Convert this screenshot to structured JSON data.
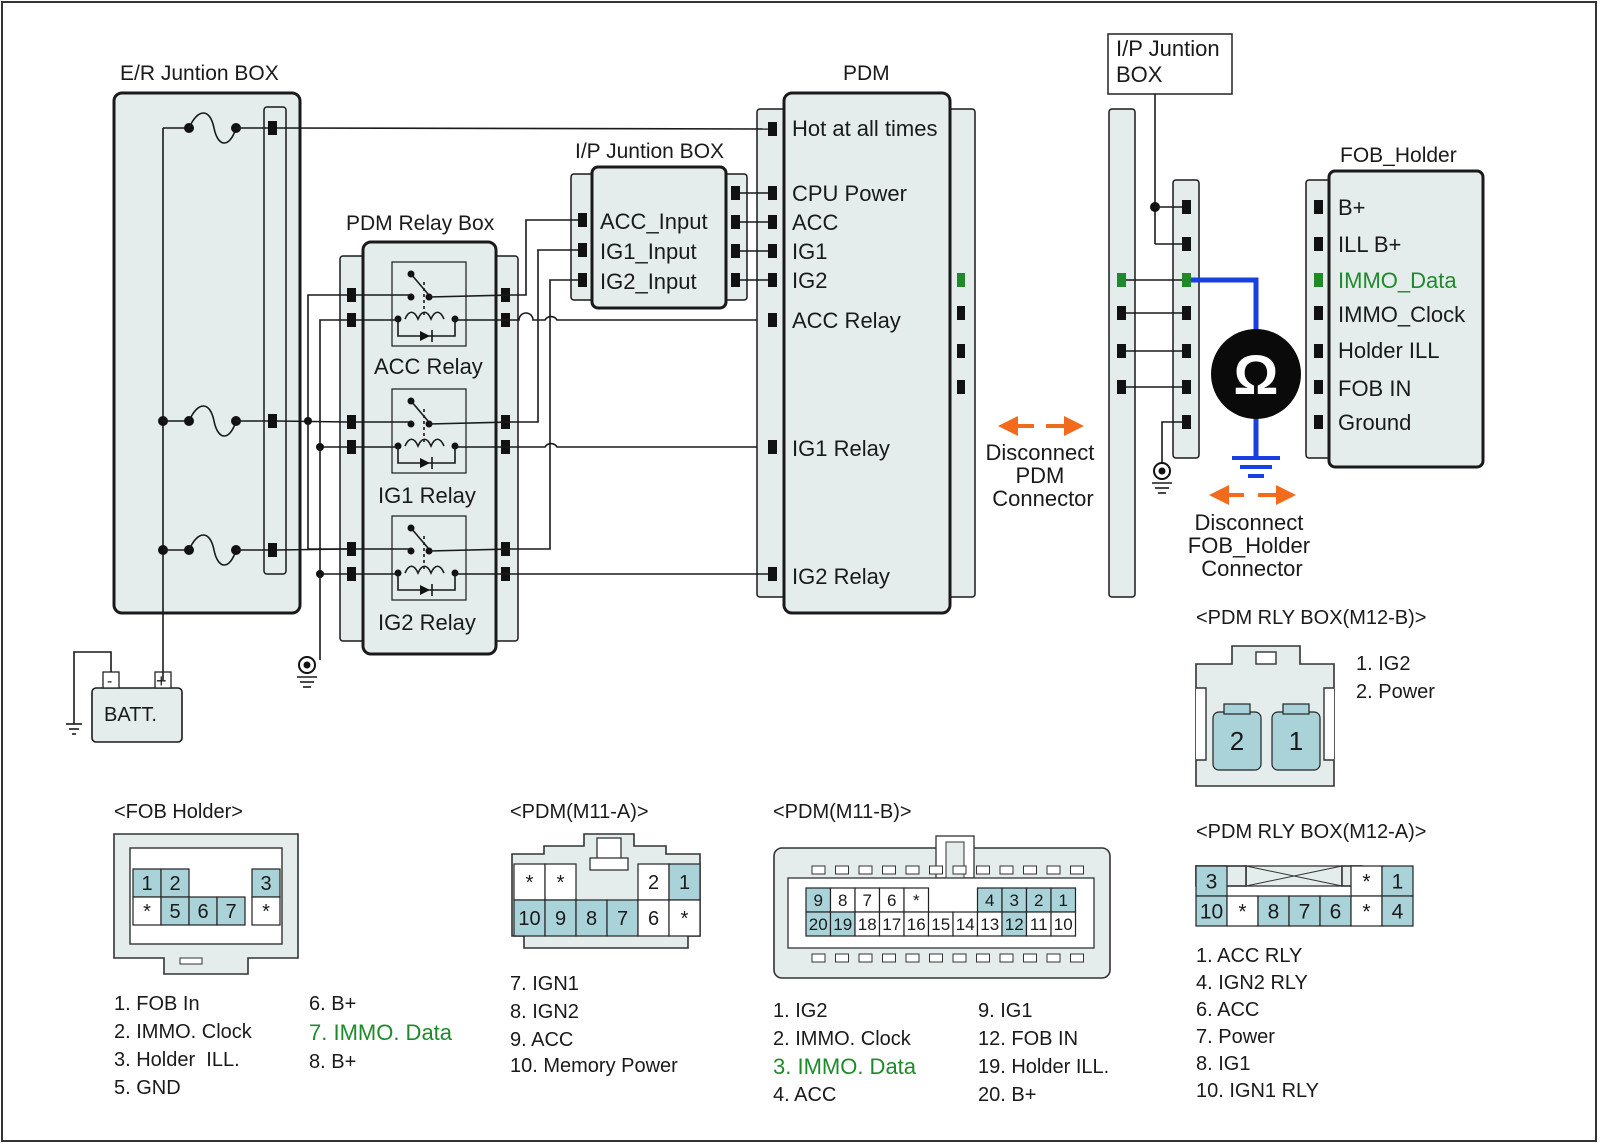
{
  "blocks": {
    "er_box_title": "E/R Juntion BOX",
    "pdm_title": "PDM",
    "ip_box_title": "I/P Juntion BOX",
    "relay_box_title": "PDM Relay Box",
    "ip_box_right_title": "I/P Juntion\nBOX",
    "fob_holder_title": "FOB_Holder",
    "battery": "BATT.",
    "battery_neg": "-",
    "battery_pos": "+"
  },
  "relays": [
    "ACC Relay",
    "IG1 Relay",
    "IG2 Relay"
  ],
  "ip_inputs": [
    "ACC_Input",
    "IG1_Input",
    "IG2_Input"
  ],
  "pdm_pins": [
    "Hot at all times",
    "CPU Power",
    "ACC",
    "IG1",
    "IG2",
    "ACC Relay",
    "IG1 Relay",
    "IG2 Relay"
  ],
  "fob_pins": [
    "B+",
    "ILL B+",
    "IMMO_Data",
    "IMMO_Clock",
    "Holder ILL",
    "FOB IN",
    "Ground"
  ],
  "notes": {
    "disconnect_pdm": "Disconnect\nPDM\nConnector",
    "disconnect_fob": "Disconnect\nFOB_Holder\nConnector",
    "ohm_symbol": "Ω"
  },
  "colors": {
    "highlight": "#1f8a2a",
    "wire_blue": "#1a3fe0",
    "arrow_orange": "#f26a1b",
    "cell_blue": "#a9d3d8",
    "box_fill": "#e4ecec"
  },
  "connectors": {
    "fob_holder": {
      "title": "<FOB Holder>",
      "row1": [
        "1",
        "2",
        "3"
      ],
      "row2": [
        "*",
        "5",
        "6",
        "7",
        "*"
      ],
      "legend_col1": [
        "1. FOB In",
        "2. IMMO. Clock",
        "3. Holder  ILL.",
        "5. GND"
      ],
      "legend_col2": [
        "6. B+",
        "7. IMMO. Data",
        "8. B+"
      ]
    },
    "pdm_m11a": {
      "title": "<PDM(M11-A)>",
      "row1": [
        "*",
        "*",
        "2",
        "1"
      ],
      "row2": [
        "10",
        "9",
        "8",
        "7",
        "6",
        "*"
      ],
      "legend": [
        "7. IGN1",
        "8. IGN2",
        "9. ACC",
        "10. Memory Power"
      ]
    },
    "pdm_m11b": {
      "title": "<PDM(M11-B)>",
      "row1": [
        "9",
        "8",
        "7",
        "6",
        "*",
        "4",
        "3",
        "2",
        "1"
      ],
      "row2": [
        "20",
        "19",
        "18",
        "17",
        "16",
        "15",
        "14",
        "13",
        "12",
        "11",
        "10"
      ],
      "legend_col1": [
        "1. IG2",
        "2. IMMO. Clock",
        "3. IMMO. Data",
        "4. ACC"
      ],
      "legend_col2": [
        "9. IG1",
        "12. FOB IN",
        "19. Holder ILL.",
        "20. B+"
      ]
    },
    "pdm_rly_m12b": {
      "title": "<PDM RLY BOX(M12-B)>",
      "cells": [
        "2",
        "1"
      ],
      "legend": [
        "1. IG2",
        "2. Power"
      ]
    },
    "pdm_rly_m12a": {
      "title": "<PDM RLY BOX(M12-A)>",
      "row1": [
        "3",
        "*",
        "1"
      ],
      "row2": [
        "10",
        "*",
        "8",
        "7",
        "6",
        "*",
        "4"
      ],
      "legend": [
        "1. ACC RLY",
        "4. IGN2 RLY",
        "6. ACC",
        "7. Power",
        "8. IG1",
        "10. IGN1 RLY"
      ]
    }
  }
}
